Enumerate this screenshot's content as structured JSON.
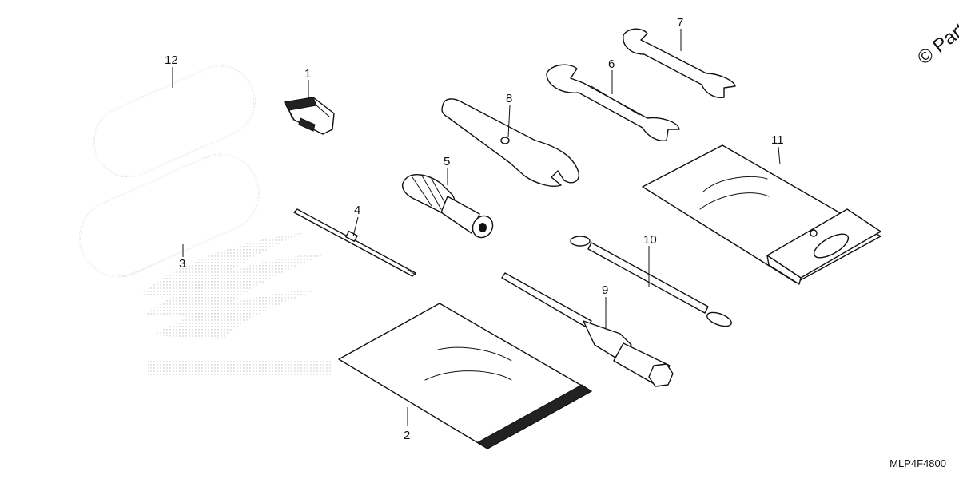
{
  "watermark": "© Parts",
  "diagram_code": "MLP4F4800",
  "callouts": {
    "c1": "1",
    "c2": "2",
    "c3": "3",
    "c4": "4",
    "c5": "5",
    "c6": "6",
    "c7": "7",
    "c8": "8",
    "c9": "9",
    "c10": "10",
    "c11": "11",
    "c12": "12"
  }
}
